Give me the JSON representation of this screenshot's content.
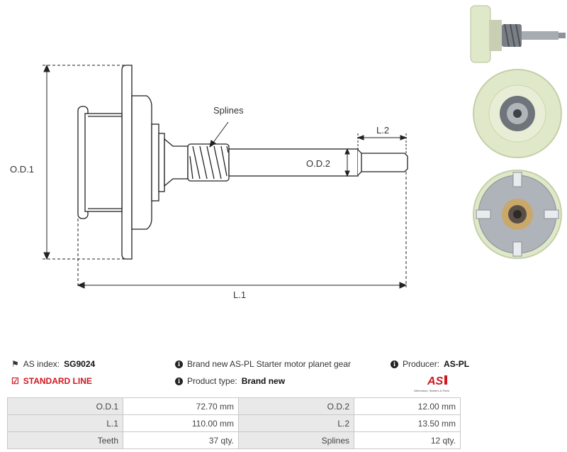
{
  "drawing": {
    "labels": {
      "od1": "O.D.1",
      "od2": "O.D.2",
      "l1": "L.1",
      "l2": "L.2",
      "splines": "Splines"
    }
  },
  "info": {
    "as_index_label": "AS index:",
    "as_index_value": "SG9024",
    "line": "STANDARD LINE",
    "description": "Brand new AS-PL Starter motor planet gear",
    "product_type_label": "Product type:",
    "product_type_value": "Brand new",
    "producer_label": "Producer:",
    "producer_value": "AS-PL"
  },
  "logo": {
    "mark": "AS",
    "tagline": "Alternators, Starters & Parts"
  },
  "specs": [
    {
      "l1": "O.D.1",
      "v1": "72.70 mm",
      "l2": "O.D.2",
      "v2": "12.00 mm"
    },
    {
      "l1": "L.1",
      "v1": "110.00 mm",
      "l2": "L.2",
      "v2": "13.50 mm"
    },
    {
      "l1": "Teeth",
      "v1": "37 qty.",
      "l2": "Splines",
      "v2": "12 qty."
    }
  ],
  "colors": {
    "accent": "#d0161e",
    "plastic": "#dfe8c8",
    "metal": "#9aa0a6"
  }
}
